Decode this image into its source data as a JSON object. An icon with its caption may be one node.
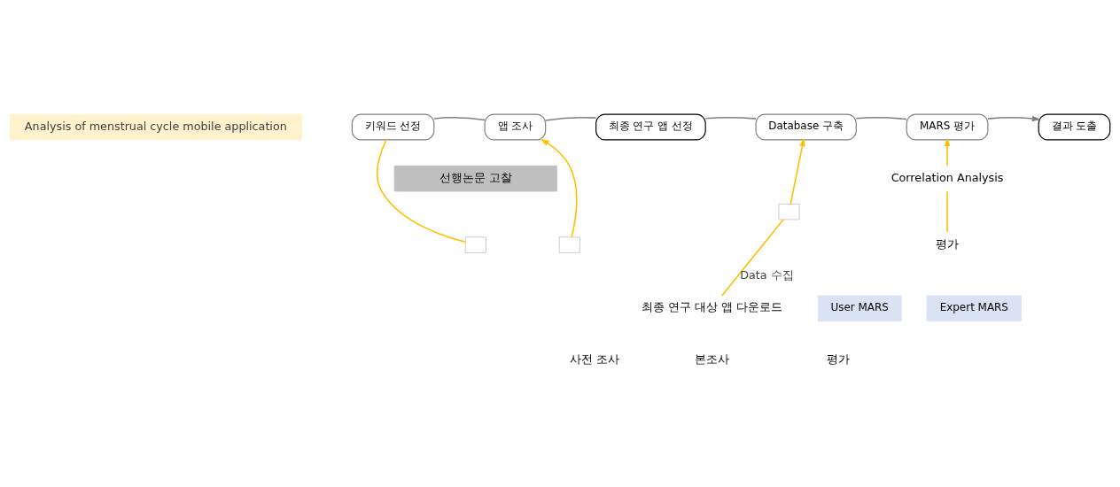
{
  "diagram": {
    "nodes": [
      {
        "text": [
          "Analysis of menstrual cycle mobile application"
        ]
      },
      {
        "text": [
          "키워드 선정"
        ]
      },
      {
        "text": [
          "앱 조사"
        ]
      },
      {
        "text": [
          "최종 연구 앱 선정"
        ]
      },
      {
        "text": [
          "Database 구축"
        ]
      },
      {
        "text": [
          "MARS 평가"
        ]
      },
      {
        "text": [
          "결과 도출"
        ]
      },
      {
        "text": [
          "선행논문 고찰"
        ]
      },
      {
        "text": [],
        "shape": "box"
      },
      {
        "text": [],
        "shape": "box"
      },
      {
        "text": [],
        "shape": "box"
      },
      {
        "text": [
          "최종 연구 대상 앱 다운로드"
        ]
      },
      {
        "text": [
          "Correlation Analysis"
        ]
      },
      {
        "text": [
          "평가"
        ]
      },
      {
        "text": [
          "User MARS"
        ]
      },
      {
        "text": [
          "Expert MARS"
        ]
      }
    ],
    "edges": [
      {
        "from": 1,
        "to": 2,
        "arrow": "none",
        "color": "#808080"
      },
      {
        "from": 2,
        "to": 3,
        "arrow": "none",
        "color": "#808080"
      },
      {
        "from": 3,
        "to": 4,
        "arrow": "none",
        "color": "#808080"
      },
      {
        "from": 4,
        "to": 5,
        "arrow": "none",
        "color": "#808080"
      },
      {
        "from": 5,
        "to": 6,
        "arrow": "to",
        "color": "#808080"
      },
      {
        "from": 8,
        "to": 2,
        "arrow": "to",
        "color": "#ffc000"
      },
      {
        "from": 9,
        "to": 1,
        "arrow": "none",
        "color": "#ffc000"
      },
      {
        "from": 11,
        "to": 10,
        "arrow": "none",
        "label": "Data 수집",
        "color": "#ffc000"
      },
      {
        "from": 10,
        "to": 4,
        "arrow": "to",
        "color": "#ffc000"
      },
      {
        "from": 12,
        "to": 5,
        "arrow": "to",
        "color": "#ffc000"
      },
      {
        "from": 13,
        "to": 12,
        "arrow": "none",
        "color": "#ffc000"
      }
    ],
    "labels": [
      "사전 조사",
      "본조사",
      "평가"
    ]
  }
}
